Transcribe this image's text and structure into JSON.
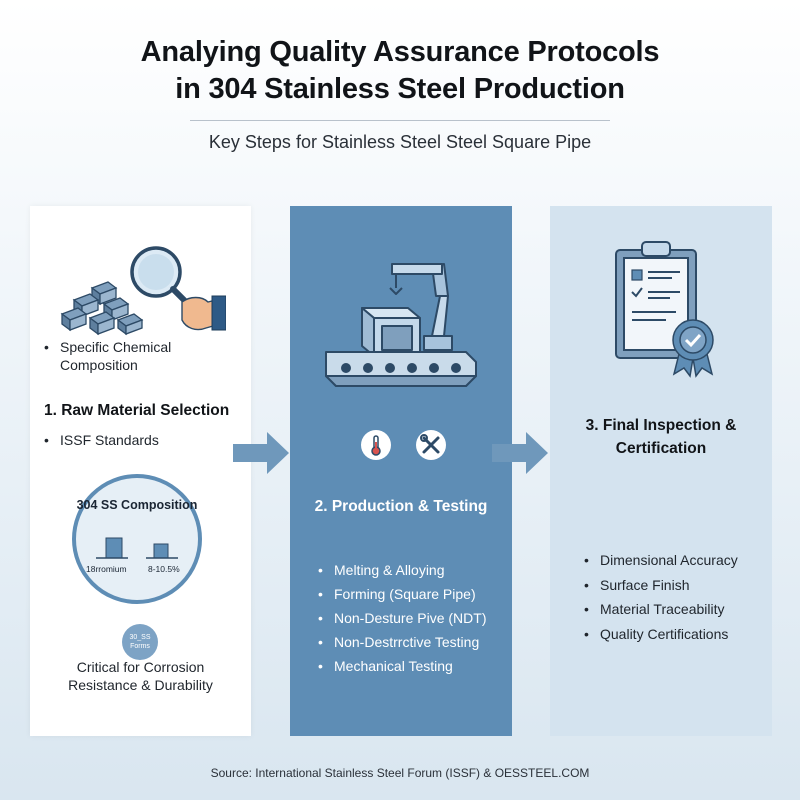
{
  "header": {
    "title_line1": "Analying Quality Assurance Protocols",
    "title_line2": "in 304 Stainless Steel Production",
    "subtitle": "Key Steps for Stainless Steel Steel Square Pipe"
  },
  "step1": {
    "bullet_top": [
      "Specific Chemical Composition"
    ],
    "heading": "1. Raw Material Selection",
    "bullet_mid": [
      "ISSF Standards"
    ],
    "circle_title": "304 SS Composition",
    "bar_label_left": "18rromium",
    "bar_label_right": "8-10.5%",
    "badge_line1": "30_SS",
    "badge_line2": "Forms",
    "footer_line1": "Critical for Corrosion",
    "footer_line2": "Resistance & Durability",
    "icons": [
      "steel-ingots-icon",
      "magnifying-glass-icon",
      "hand-icon"
    ]
  },
  "step2": {
    "heading": "2. Production & Testing",
    "bullets": [
      "Melting & Alloying",
      "Forming (Square Pipe)",
      "Non-Desture Pive (NDT)",
      "Non-Destrrctive Testing",
      "Mechanical Testing"
    ],
    "icons": [
      "conveyor-robot-arm-icon",
      "thermometer-icon",
      "wrench-screwdriver-icon"
    ]
  },
  "step3": {
    "heading_line1": "3. Final Inspection &",
    "heading_line2": "Certification",
    "bullets": [
      "Dimensional Accuracy",
      "Surface Finish",
      "Material Traceability",
      "Quality Certifications"
    ],
    "icons": [
      "clipboard-checklist-icon",
      "certification-badge-icon"
    ]
  },
  "footer": {
    "source": "Source: International Stainless Steel Forum (ISSF) & OESSTEEL.COM"
  },
  "colors": {
    "panel2_bg": "#5e8db5",
    "panel3_bg": "#d4e3ef",
    "accent": "#5e8db5",
    "arrow": "#6f98bb"
  }
}
